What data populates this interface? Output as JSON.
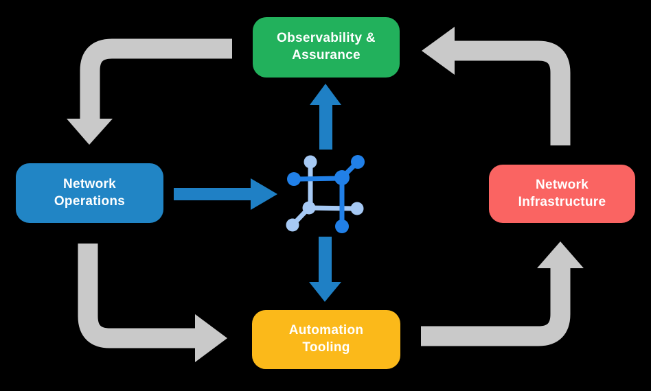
{
  "diagram": {
    "background": "#000000",
    "nodes": {
      "observability": {
        "line1": "Observability &",
        "line2": "Assurance"
      },
      "operations": {
        "line1": "Network",
        "line2": "Operations"
      },
      "infrastructure": {
        "line1": "Network",
        "line2": "Infrastructure"
      },
      "tooling": {
        "line1": "Automation",
        "line2": "Tooling"
      }
    },
    "flows": [
      {
        "from": "observability",
        "to": "operations",
        "style": "gray-elbow"
      },
      {
        "from": "operations",
        "to": "tooling",
        "style": "gray-elbow"
      },
      {
        "from": "tooling",
        "to": "infrastructure",
        "style": "gray-elbow"
      },
      {
        "from": "infrastructure",
        "to": "observability",
        "style": "gray-elbow"
      },
      {
        "from": "operations",
        "to": "center-icon",
        "style": "blue-straight"
      },
      {
        "from": "center-icon",
        "to": "observability",
        "style": "blue-straight"
      },
      {
        "from": "center-icon",
        "to": "tooling",
        "style": "blue-straight"
      }
    ],
    "center_icon": "network-nodes-icon"
  },
  "colors": {
    "observability_green": "#22B15C",
    "operations_blue": "#2185C5",
    "infrastructure_red": "#FA6462",
    "tooling_yellow": "#FBB91A",
    "flow_arrow_gray": "#C9C9C9",
    "blue_arrow": "#1F80C5",
    "icon_dark_blue": "#2180E8",
    "icon_light_blue": "#A6C9F4",
    "node_text": "#FFFFFF",
    "background": "#000000"
  }
}
